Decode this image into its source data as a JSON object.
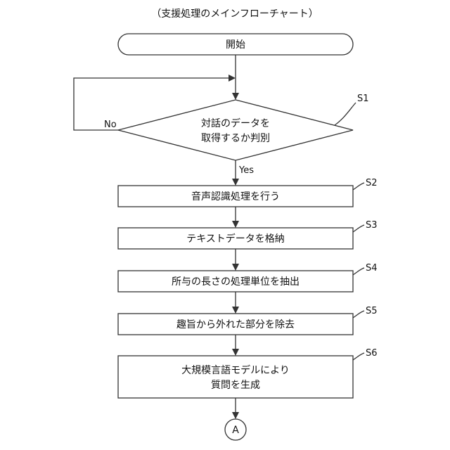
{
  "title": "（支援処理のメインフローチャート）",
  "start": {
    "label": "開始"
  },
  "decision": {
    "id": "S1",
    "lines": [
      "対話のデータを",
      "取得するか判別"
    ],
    "no_label": "No",
    "yes_label": "Yes"
  },
  "steps": [
    {
      "id": "S2",
      "lines": [
        "音声認識処理を行う"
      ]
    },
    {
      "id": "S3",
      "lines": [
        "テキストデータを格納"
      ]
    },
    {
      "id": "S4",
      "lines": [
        "所与の長さの処理単位を抽出"
      ]
    },
    {
      "id": "S5",
      "lines": [
        "趣旨から外れた部分を除去"
      ]
    },
    {
      "id": "S6",
      "lines": [
        "大規模言語モデルにより",
        "質問を生成"
      ]
    }
  ],
  "connector": {
    "label": "A"
  }
}
